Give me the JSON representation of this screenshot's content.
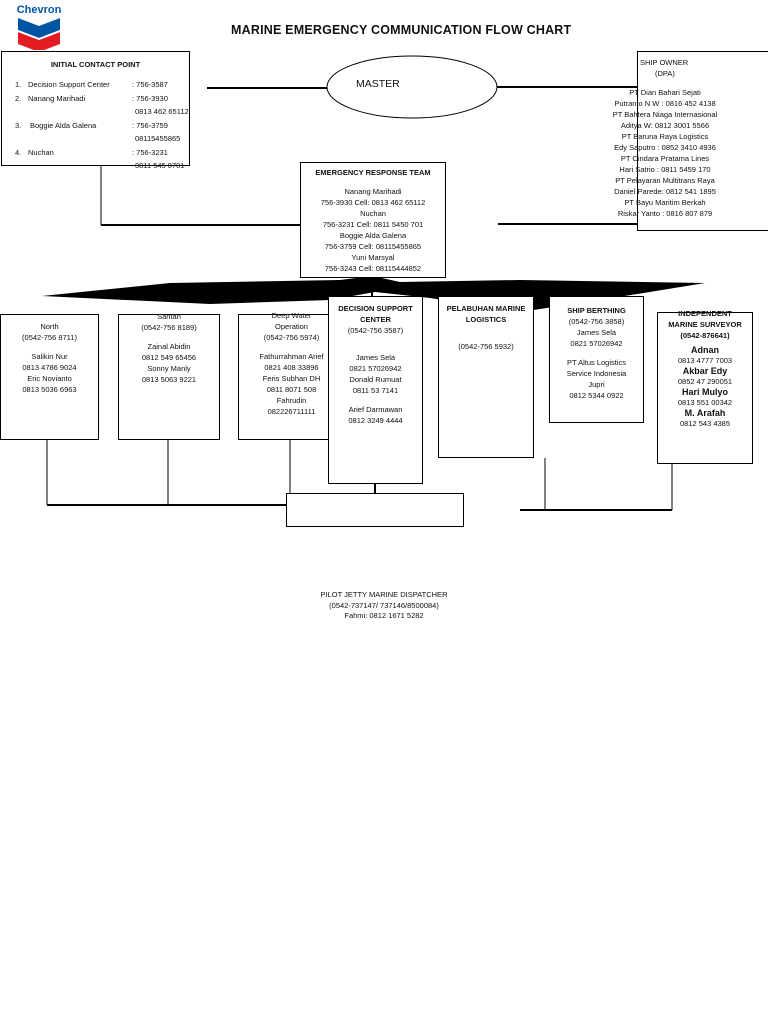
{
  "logo": {
    "text": "Chevron",
    "colors": {
      "text": "#0054a4",
      "top_chevron": "#0054a4",
      "bottom_chevron": "#e31b23"
    }
  },
  "title": "MARINE EMERGENCY COMMUNICATION FLOW CHART",
  "master": {
    "label": "MASTER"
  },
  "initial_contact": {
    "heading": "INITIAL CONTACT POINT",
    "items": [
      {
        "num": "1.",
        "name": "Decision Support Center",
        "phones": [
          ": 756-3587"
        ]
      },
      {
        "num": "2.",
        "name": "Nanang Marihadi",
        "phones": [
          ": 756-3930",
          "0813 462 65112"
        ]
      },
      {
        "num": "3.",
        "name": "Boggie Alda Galena",
        "phones": [
          ": 756-3759",
          "08115455865"
        ]
      },
      {
        "num": "4.",
        "name": "Nuchan",
        "phones": [
          ": 756-3231",
          "0811 545 0701"
        ]
      }
    ]
  },
  "ship_owner": {
    "heading": [
      "SHIP OWNER",
      "(DPA)"
    ],
    "lines": [
      "PT Dian Bahari Sejati",
      "Putranto N W : 0816 452 4138",
      "PT Bahtera Niaga Internasional",
      "Aditya W: 0812 3001 5566",
      "PT Baruna Raya Logistics",
      "Edy Saputro : 0852 3410 4936",
      "PT Cindara Pratama Lines",
      "Hari Satrio : 0811 5459 170",
      "PT Pelayaran Multitrans Raya",
      "Daniel Parede: 0812 541 1895",
      "PT Bayu Maritim Berkah",
      "Riskar Yanto : 0816 807 879"
    ]
  },
  "ert": {
    "heading": "EMERGENCY RESPONSE TEAM",
    "lines": [
      "Nanang Marihadi",
      "756-3930 Cell: 0813 462 65112",
      "Nuchan",
      "756-3231 Cell: 0811 5450 701",
      "Boggie Alda Galena",
      "756-3759 Cell: 08115455865",
      "Yuni Marsyal",
      "756-3243 Cell: 08115444852"
    ]
  },
  "units": {
    "north": {
      "lines": [
        "North",
        "(0542-756 8711)",
        "",
        "Salikin Nur",
        "0813 4786 9024",
        "Eric Novianto",
        "0813 5036 6963"
      ]
    },
    "santan": {
      "lines": [
        "Santan",
        "(0542-756 8189)",
        "",
        "Zainal Abidin",
        "0812 549 65456",
        "Sonny Manly",
        "0813 5063 9221"
      ]
    },
    "deep_water": {
      "lines": [
        "Deep Water",
        "Operation",
        "(0542-756 5974)",
        "",
        "Fathurrahman Arief",
        "0821 408 33896",
        "Feris Subhan DH",
        "0811 8071 508",
        "Fahrudin",
        "082226711111"
      ]
    },
    "dsc": {
      "lines": [
        "DECISION SUPPORT",
        "CENTER",
        "(0542-756 3587)",
        "",
        "",
        "James Sela",
        "0821 57026942",
        "Donald Rumuat",
        "0811 53 7141",
        "",
        "Arief Darmawan",
        "0812 3249 4444"
      ]
    },
    "pelabuhan": {
      "lines": [
        "PELABUHAN MARINE",
        "LOGISTICS",
        "",
        "",
        "(0542-756 5932)"
      ]
    },
    "ship_berthing": {
      "lines": [
        "SHIP BERTHING",
        "(0542-756 3858)",
        "James Sela",
        "0821 57026942",
        "",
        "PT Altus Logistics",
        "Service Indonesia",
        "Jupri",
        "0812 5344 0922"
      ]
    },
    "independent": {
      "heading": [
        "INDEPENDENT",
        "MARINE SURVEYOR",
        "(0542-876641)"
      ],
      "lines": [
        "Adnan",
        "0813 4777 7003",
        "Akbar Edy",
        "0852 47 290051",
        "Hari Mulyo",
        "0813 551 00342",
        "M. Arafah",
        "0812 543 4385"
      ]
    }
  },
  "pilot": {
    "lines": [
      "PILOT JETTY MARINE DISPATCHER",
      "(0542-737147/ 737146/8500084)",
      "Fahmi: 0812 1671 5282"
    ]
  }
}
